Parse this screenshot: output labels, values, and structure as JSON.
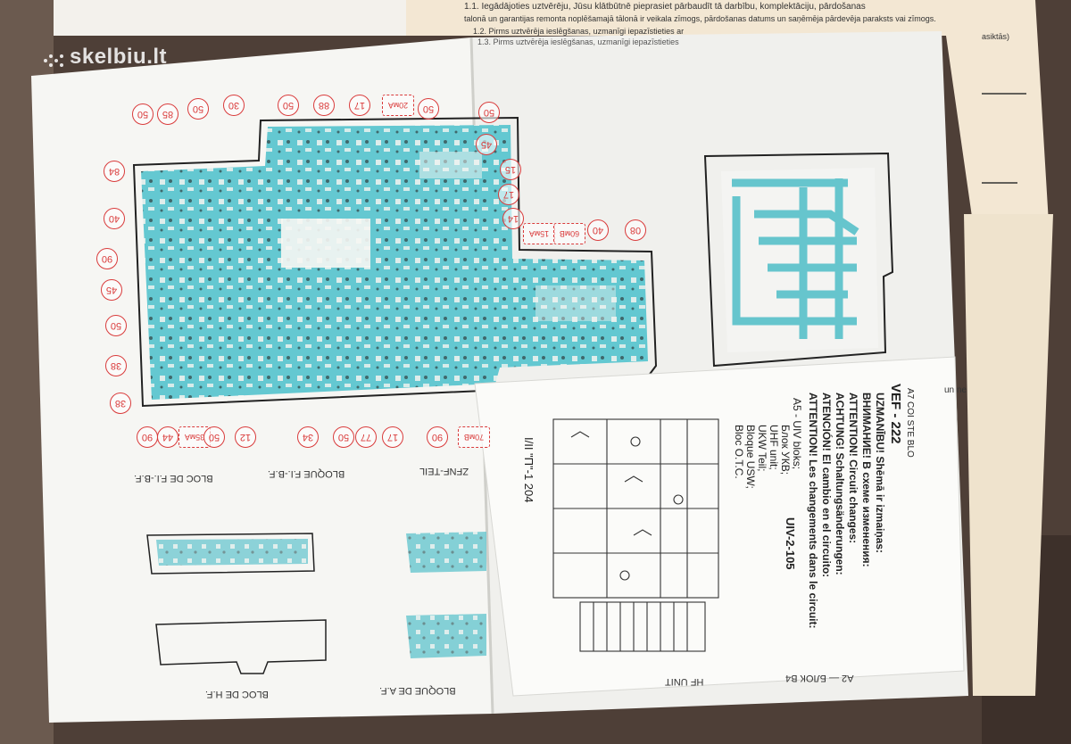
{
  "watermark": "skelbiu.lt",
  "top_paper": {
    "line1": "1.1. Iegādājoties uztvērēju, Jūsu klātbūtnē  pieprasiet pārbaudīt tā darbību, komplektāciju, pārdošanas",
    "line2": "talonā un garantijas remonta noplēšamajā tālonā ir veikala zīmogs, pārdošanas datums un saņēmēja pārdevēja paraksts vai zīmogs.",
    "line3": "1.2. Pirms uztvērēja ieslēgšanas, uzmanīgi iepazīstieties ar",
    "line4": "1.3. Pirms uztvērēja ieslēgšanas, uzmanīgi iepazīstieties",
    "side": "asiktās)"
  },
  "left_page_labels": {
    "bloc_fi": "BLOC DE F.I.-B.F.",
    "bloque_fi": "BLOQUE F.I.-B.F.",
    "zfnf": "ZFNF-TEIL",
    "bloc_hf": "BLOC DE H.F.",
    "bloque_af": "BLOQUE DE A.F."
  },
  "right_page_labels": {
    "hf_unit": "HF UNIT",
    "blok_b4": "A2 — БЛОК В4",
    "a7_side": "A7 COI STE BLO",
    "un_ne": "un ne"
  },
  "red_callouts": [
    "50",
    "85",
    "50",
    "30",
    "50",
    "88",
    "17",
    "20мА",
    "50",
    "50",
    "45",
    "15",
    "17",
    "14",
    "84",
    "40",
    "90",
    "45",
    "50",
    "38",
    "38",
    "90",
    "44",
    "35мА",
    "50",
    "12",
    "34",
    "50",
    "77",
    "17",
    "90",
    "70мВ",
    "15мА",
    "60мВ",
    "40",
    "08"
  ],
  "notice": {
    "title": "VEF - 222",
    "lines": [
      "UZMANĪBU!   Shēmā ir izmaiņas:",
      "ВНИМАНИЕ!   В схеме изменения:",
      "ATTENTION!   Circuit changes:",
      "ACHTUNG!   Schaltungsänderungen:",
      "ATENCIÓN!   El cambio en el circuito:",
      "ATTENTION!   Les changements dans le circuit:",
      "A5 -   UIV bloks;",
      "Блок УКВ;",
      "UHF unit;",
      "UKW Teil;",
      "Bloque USW;",
      "Bloc O.T.C."
    ],
    "unit_code": "UIV-2-105",
    "stamp": "I/II  \"П\"-1  204"
  }
}
